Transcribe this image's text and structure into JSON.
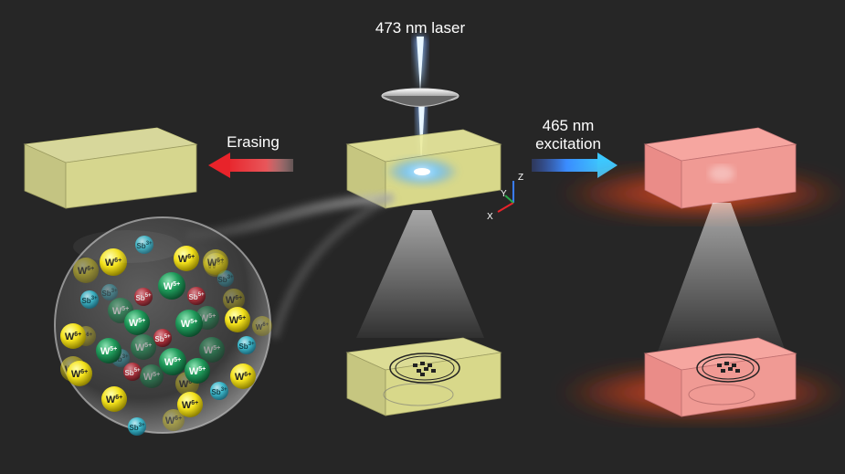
{
  "labels": {
    "laser": "473 nm laser",
    "erasing": "Erasing",
    "excitation_line1": "465 nm",
    "excitation_line2": "excitation"
  },
  "axes": {
    "z": "Z",
    "y": "Y",
    "x": "X"
  },
  "ions": {
    "w6": "W6+",
    "w5": "W5+",
    "sb3": "Sb3+",
    "sb5": "Sb5+"
  },
  "colors": {
    "background": "#262626",
    "crystal": "#e6e69a",
    "crystal_pink": "#f08c8c",
    "laser": "#3aa0ff",
    "erase_arrow": "#e8232a",
    "excitation_arrow": "#3cc8ff",
    "w6_ion": "#ffe823",
    "w5_ion": "#1f9a5a",
    "sb3_ion": "#3ac4d8",
    "sb5_ion": "#c0323e"
  }
}
